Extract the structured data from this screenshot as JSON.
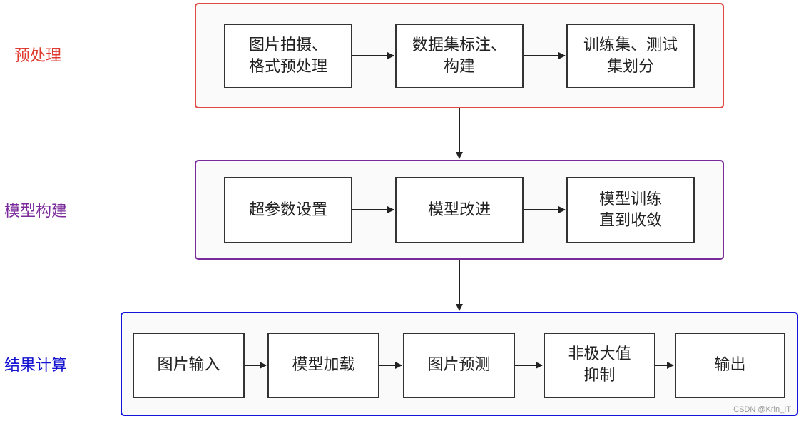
{
  "stages": [
    {
      "label": "预处理",
      "color": "#e03a2f",
      "border_color": "#e04a40"
    },
    {
      "label": "模型构建",
      "color": "#7a2a9a",
      "border_color": "#7a2a9a"
    },
    {
      "label": "结果计算",
      "color": "#1212d0",
      "border_color": "#1414d8"
    }
  ],
  "preprocess": {
    "steps": [
      "图片拍摄、\n格式预处理",
      "数据集标注、\n构建",
      "训练集、测试\n集划分"
    ]
  },
  "model_build": {
    "steps": [
      "超参数设置",
      "模型改进",
      "模型训练\n直到收敛"
    ]
  },
  "result_calc": {
    "steps": [
      "图片输入",
      "模型加载",
      "图片预测",
      "非极大值\n抑制",
      "输出"
    ]
  },
  "watermark": "CSDN @Krin_IT",
  "colors": {
    "arrow": "#222222",
    "node_border": "#333333"
  }
}
